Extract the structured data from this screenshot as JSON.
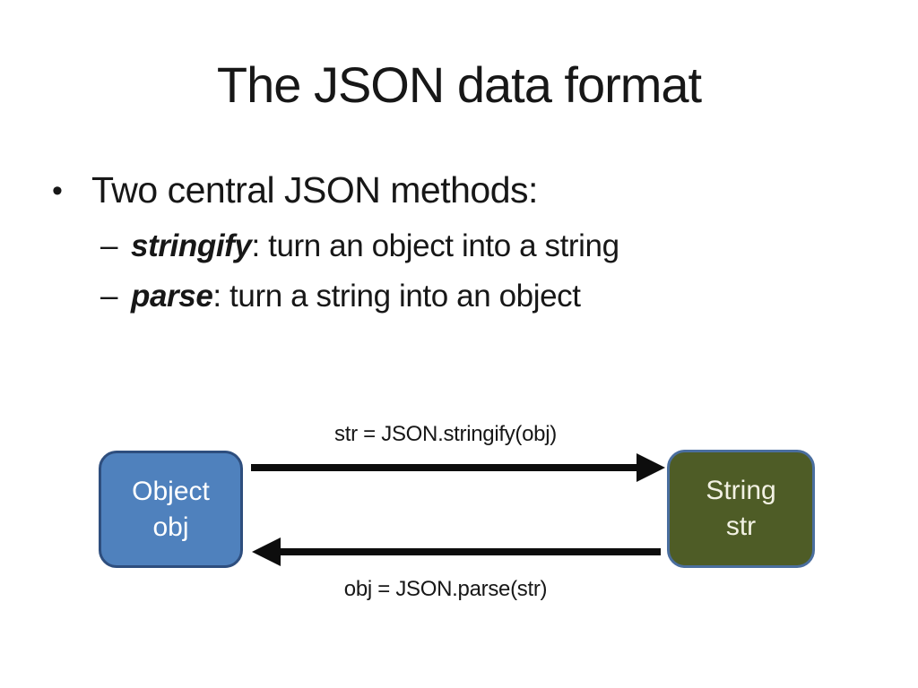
{
  "slide": {
    "title": "The JSON data format",
    "bullet": {
      "marker": "•",
      "text": "Two central JSON methods:"
    },
    "sub_bullets": [
      {
        "marker": "–",
        "term": "stringify",
        "rest": ": turn an object into a string"
      },
      {
        "marker": "–",
        "term": "parse",
        "rest": ": turn a string into an object"
      }
    ],
    "diagram": {
      "left_box": {
        "line1": "Object",
        "line2": "obj"
      },
      "right_box": {
        "line1": "String",
        "line2": "str"
      },
      "top_arrow_label": "str = JSON.stringify(obj)",
      "bottom_arrow_label": "obj = JSON.parse(str)",
      "colors": {
        "left_box_fill": "#4f81bd",
        "left_box_border": "#2e4e7e",
        "left_box_text": "#ffffff",
        "right_box_fill": "#4e5c26",
        "right_box_border": "#4a6e9e",
        "right_box_text": "#f2f1e3",
        "arrow": "#0d0d0d",
        "background": "#ffffff",
        "text": "#171717"
      }
    }
  }
}
